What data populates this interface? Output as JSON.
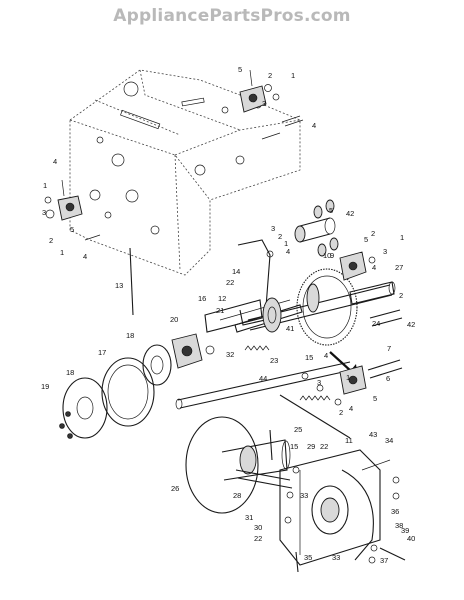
{
  "watermark": "AppliancePartsPros.com",
  "callouts": [
    {
      "id": "c1",
      "text": "5"
    },
    {
      "id": "c2",
      "text": "2"
    },
    {
      "id": "c3",
      "text": "1"
    },
    {
      "id": "c4",
      "text": "3"
    },
    {
      "id": "c5",
      "text": "4"
    },
    {
      "id": "c6",
      "text": "4"
    },
    {
      "id": "c7",
      "text": "1"
    },
    {
      "id": "c8",
      "text": "5"
    },
    {
      "id": "c9",
      "text": "3"
    },
    {
      "id": "c10",
      "text": "2"
    },
    {
      "id": "c11",
      "text": "1"
    },
    {
      "id": "c12",
      "text": "4"
    },
    {
      "id": "c13",
      "text": "13"
    },
    {
      "id": "c14",
      "text": "5"
    },
    {
      "id": "c15",
      "text": "42"
    },
    {
      "id": "c16",
      "text": "3"
    },
    {
      "id": "c17",
      "text": "2"
    },
    {
      "id": "c18",
      "text": "1"
    },
    {
      "id": "c19",
      "text": "4"
    },
    {
      "id": "c20",
      "text": "2"
    },
    {
      "id": "c21",
      "text": "5"
    },
    {
      "id": "c22",
      "text": "3"
    },
    {
      "id": "c23",
      "text": "1"
    },
    {
      "id": "c24",
      "text": "4"
    },
    {
      "id": "c25",
      "text": "14"
    },
    {
      "id": "c26",
      "text": "12"
    },
    {
      "id": "c27",
      "text": "22"
    },
    {
      "id": "c28",
      "text": "16"
    },
    {
      "id": "c29",
      "text": "10"
    },
    {
      "id": "c30",
      "text": "9"
    },
    {
      "id": "c31",
      "text": "27"
    },
    {
      "id": "c32",
      "text": "2"
    },
    {
      "id": "c33",
      "text": "42"
    },
    {
      "id": "c34",
      "text": "21"
    },
    {
      "id": "c35",
      "text": "20"
    },
    {
      "id": "c36",
      "text": "41"
    },
    {
      "id": "c37",
      "text": "24"
    },
    {
      "id": "c38",
      "text": "7"
    },
    {
      "id": "c39",
      "text": "18"
    },
    {
      "id": "c40",
      "text": "32"
    },
    {
      "id": "c41",
      "text": "23"
    },
    {
      "id": "c42",
      "text": "15"
    },
    {
      "id": "c43",
      "text": "4"
    },
    {
      "id": "c44",
      "text": "17"
    },
    {
      "id": "c45",
      "text": "44"
    },
    {
      "id": "c46",
      "text": "3"
    },
    {
      "id": "c47",
      "text": "1"
    },
    {
      "id": "c48",
      "text": "6"
    },
    {
      "id": "c49",
      "text": "19"
    },
    {
      "id": "c50",
      "text": "18"
    },
    {
      "id": "c51",
      "text": "5"
    },
    {
      "id": "c52",
      "text": "2"
    },
    {
      "id": "c53",
      "text": "4"
    },
    {
      "id": "c54",
      "text": "11"
    },
    {
      "id": "c55",
      "text": "43"
    },
    {
      "id": "c56",
      "text": "25"
    },
    {
      "id": "c57",
      "text": "15"
    },
    {
      "id": "c58",
      "text": "29"
    },
    {
      "id": "c59",
      "text": "22"
    },
    {
      "id": "c60",
      "text": "34"
    },
    {
      "id": "c61",
      "text": "26"
    },
    {
      "id": "c62",
      "text": "28"
    },
    {
      "id": "c63",
      "text": "33"
    },
    {
      "id": "c64",
      "text": "31"
    },
    {
      "id": "c65",
      "text": "30"
    },
    {
      "id": "c66",
      "text": "22"
    },
    {
      "id": "c67",
      "text": "36"
    },
    {
      "id": "c68",
      "text": "38"
    },
    {
      "id": "c69",
      "text": "39"
    },
    {
      "id": "c70",
      "text": "40"
    },
    {
      "id": "c71",
      "text": "35"
    },
    {
      "id": "c72",
      "text": "33"
    },
    {
      "id": "c73",
      "text": "37"
    }
  ]
}
